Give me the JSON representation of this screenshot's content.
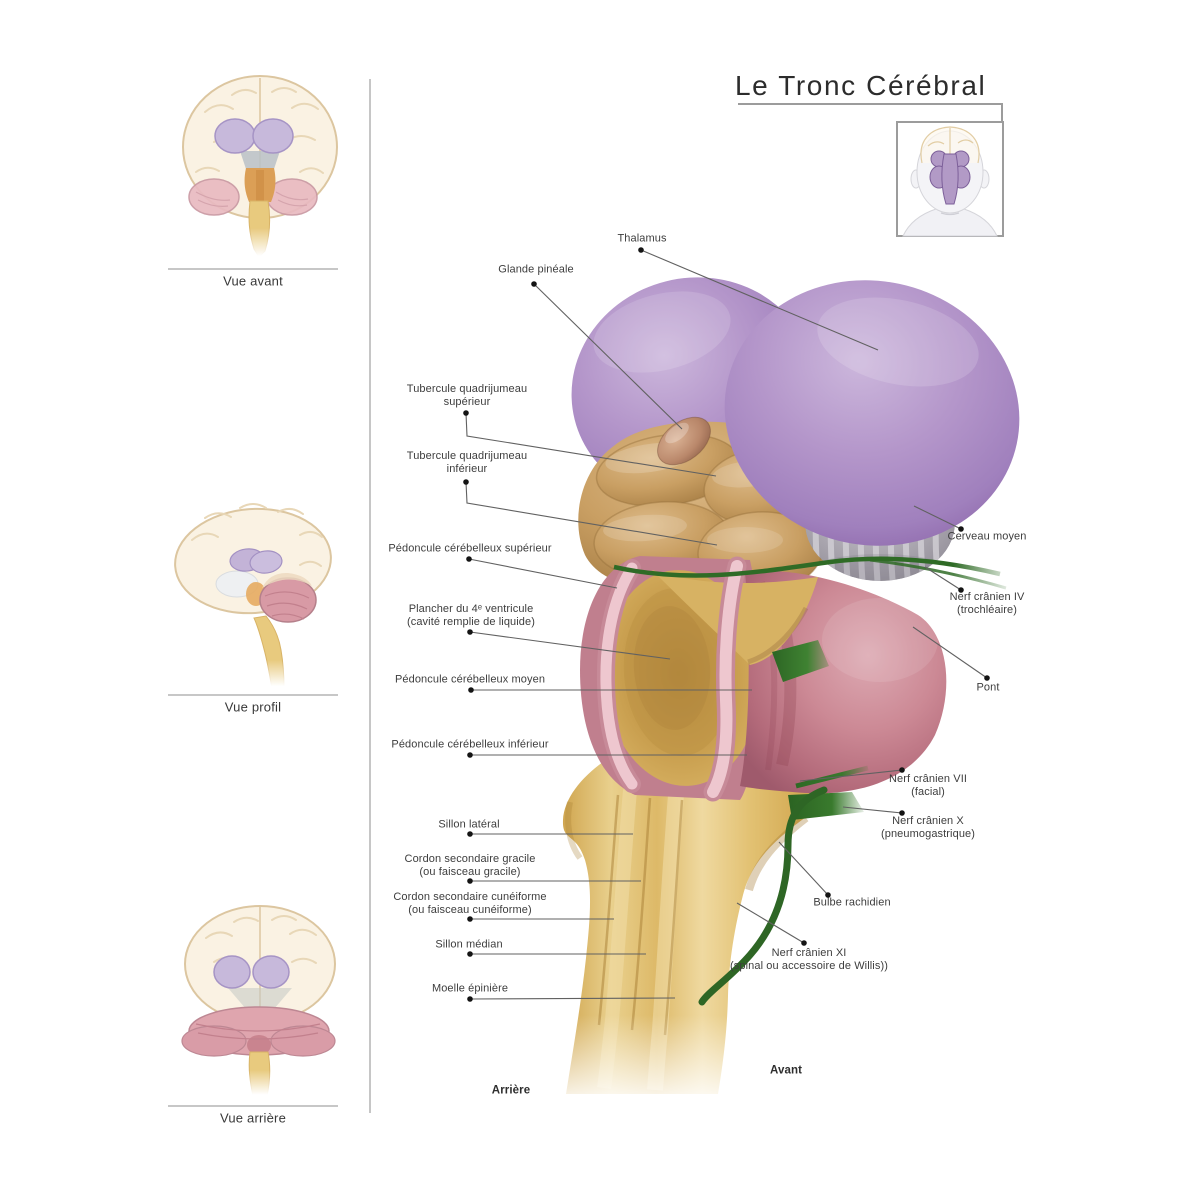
{
  "title": "Le Tronc Cérébral",
  "sidebar": {
    "views": [
      {
        "id": "front",
        "caption": "Vue avant"
      },
      {
        "id": "profile",
        "caption": "Vue profil"
      },
      {
        "id": "rear",
        "caption": "Vue arrière"
      }
    ]
  },
  "diagram": {
    "labels": {
      "thalamus": "Thalamus",
      "pineal": "Glande pinéale",
      "colliculus_sup": "Tubercule quadrijumeau\nsupérieur",
      "colliculus_inf": "Tubercule quadrijumeau\ninférieur",
      "peduncle_sup": "Pédoncule cérébelleux supérieur",
      "ventricle_floor": "Plancher du 4ᵉ ventricule\n(cavité remplie de liquide)",
      "peduncle_mid": "Pédoncule cérébelleux moyen",
      "peduncle_inf": "Pédoncule cérébelleux inférieur",
      "lateral_sulcus": "Sillon latéral",
      "gracile": "Cordon secondaire gracile\n(ou faisceau gracile)",
      "cuneate": "Cordon secondaire cunéiforme\n(ou faisceau cunéiforme)",
      "median_sulcus": "Sillon médian",
      "spinal_cord": "Moelle épinière",
      "midbrain": "Cerveau moyen",
      "nerve_iv": "Nerf crânien IV\n(trochléaire)",
      "pons": "Pont",
      "nerve_vii": "Nerf crânien VII\n(facial)",
      "nerve_x": "Nerf crânien X\n(pneumogastrique)",
      "medulla": "Bulbe rachidien",
      "nerve_xi": "Nerf crânien XI\n(spinal ou accessoire de Willis))",
      "orientation_rear": "Arrière",
      "orientation_front": "Avant"
    }
  },
  "palette": {
    "thalamus_purple": "#a987c3",
    "colliculi_tan": "#c89e62",
    "midbrain_gray": "#a7a3ac",
    "pons_pink": "#c8808d",
    "cord_yellow": "#e3c26f",
    "nerve_green": "#357029",
    "leader_line": "#616161",
    "text": "#3d3d3d"
  }
}
